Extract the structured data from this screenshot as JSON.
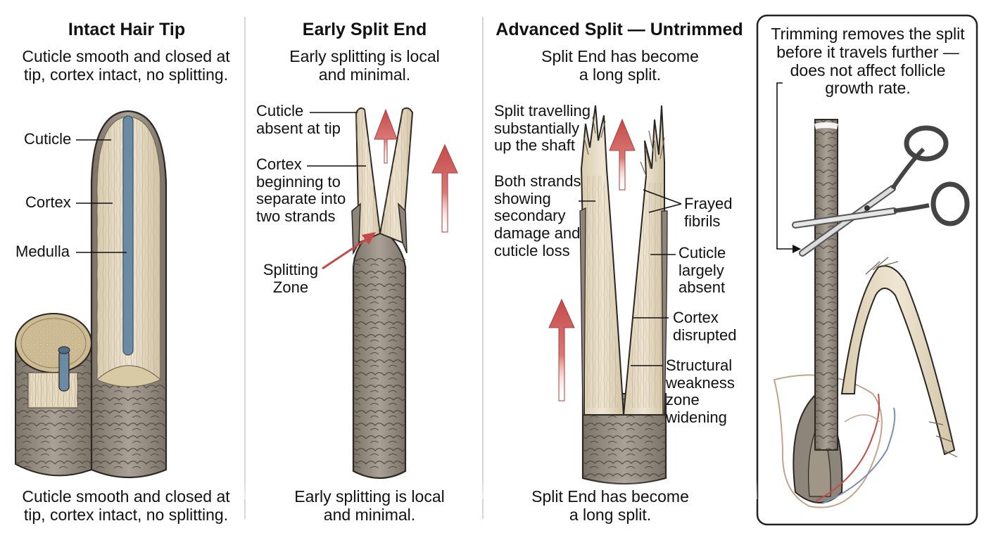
{
  "panels": {
    "intact": {
      "title": "Intact Hair Tip",
      "subtitle": "Cuticle smooth and closed at\ntip, cortex intact, no splitting.",
      "labels": {
        "cuticle": "Cuticle",
        "cortex": "Cortex",
        "medulla": "Medulla"
      },
      "caption": "Cuticle smooth and closed at\ntip, cortex intact, no splitting."
    },
    "early": {
      "title": "Early Split End",
      "subtitle": "Early splitting is local\nand minimal.",
      "labels": {
        "cuticle_absent": "Cuticle\nabsent at tip",
        "cortex_separate": "Cortex\nbeginning to\nseparate into\ntwo strands",
        "splitting_zone": "Splitting\nZone"
      },
      "caption": "Early splitting is local\nand minimal."
    },
    "advanced": {
      "title": "Advanced Split — Untrimmed",
      "subtitle": "Split End has become\na long split.",
      "labels": {
        "split_travelling": "Split travelling\nsubstantially\nup the shaft",
        "both_strands": "Both strands\nshowing\nsecondary\ndamage and\ncuticle loss",
        "frayed_fibrils": "Frayed\nfibrils",
        "cuticle_absent": "Cuticle\nlargely\nabsent",
        "cortex_disrupted": "Cortex\ndisrupted",
        "weakness_zone": "Structural\nweakness\nzone\nwidening"
      },
      "caption": "Split End has become\na long split."
    },
    "trimming": {
      "note": "Trimming removes the split\nbefore it travels further —\ndoes not affect follicle\ngrowth rate."
    }
  },
  "colors": {
    "cuticle_fill": "#e8dcc4",
    "shaft_fill": "#9a9085",
    "medulla": "#6b8aa3",
    "arrow": "#c44a4a",
    "outline": "#2b2622"
  }
}
